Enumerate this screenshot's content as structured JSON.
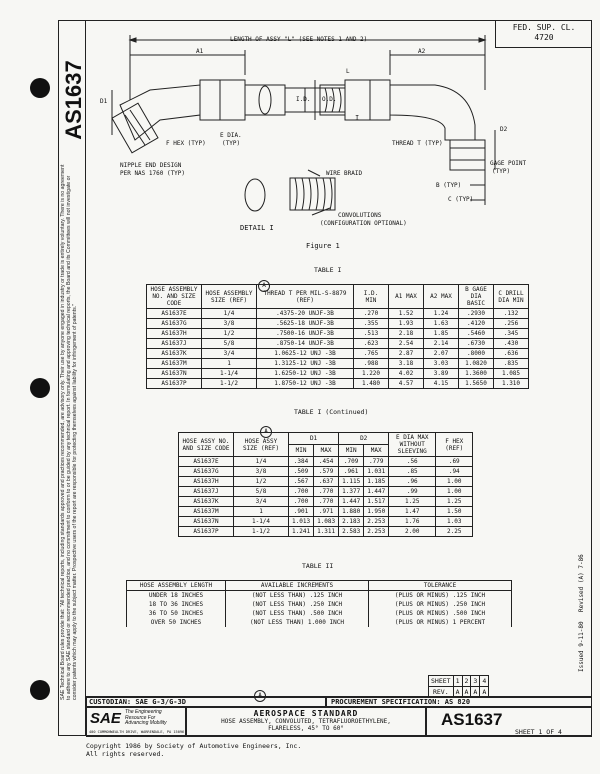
{
  "document": {
    "number": "AS1637",
    "fed_sup_cl": "FED. SUP. CL.",
    "fed_sup_cl_num": "4720",
    "side_notice": "SAE Technical Board rules provide that: \"All technical reports, including standards approved and practices recommended, are advisory only. Their use by anyone engaged in industry or trade is entirely voluntary. There is no agreement to adhere to any SAE standard or recommended practice, and no commitment to conform to or be guided by any technical report. In formulating and approving technical reports, the Board and its Committees will not investigate or consider patents which may apply to the subject matter. Prospective users of the report are responsible for protecting themselves against liability for infringement of patents.\""
  },
  "figure": {
    "length_label": "LENGTH OF ASSY \"L\" (SEE NOTES 1 AND 2)",
    "a1": "A1",
    "a2": "A2",
    "b": "B",
    "c": "C",
    "d1": "D1",
    "d2": "D2",
    "id": "I.D.",
    "od": "O.D.",
    "l": "L",
    "f_hex": "F HEX (TYP)",
    "e_dia": "E DIA.",
    "e_dia_typ": "(TYP)",
    "nipple": "NIPPLE END DESIGN",
    "nipple2": "PER NAS 1760 (TYP)",
    "thread": "THREAD T (TYP)",
    "gage_point": "GAGE POINT",
    "gage_point_typ": "(TYP)",
    "b_typ": "B (TYP)",
    "c_typ": "C (TYP)",
    "wire_braid": "WIRE BRAID",
    "convolutions": "CONVOLUTIONS",
    "convolutions2": "(CONFIGURATION OPTIONAL)",
    "detail": "DETAIL I",
    "caption": "Figure 1"
  },
  "table1": {
    "caption": "TABLE I",
    "headers": [
      "HOSE ASSEMBLY NO. AND SIZE CODE",
      "HOSE ASSEMBLY SIZE (REF)",
      "THREAD T PER MIL-S-8879 (REF)",
      "I.D. MIN",
      "A1 MAX",
      "A2 MAX",
      "B GAGE DIA BASIC",
      "C DRILL DIA MIN"
    ],
    "rows": [
      [
        "AS1637E",
        "1/4",
        ".4375-20 UNJF-3B",
        ".270",
        "1.52",
        "1.24",
        ".2930",
        ".132"
      ],
      [
        "AS1637G",
        "3/8",
        ".5625-18 UNJF-3B",
        ".355",
        "1.93",
        "1.63",
        ".4120",
        ".256"
      ],
      [
        "AS1637H",
        "1/2",
        ".7500-16 UNJF-3B",
        ".513",
        "2.18",
        "1.85",
        ".5460",
        ".345"
      ],
      [
        "AS1637J",
        "5/8",
        ".8750-14 UNJF-3B",
        ".623",
        "2.54",
        "2.14",
        ".6730",
        ".430"
      ],
      [
        "AS1637K",
        "3/4",
        "1.0625-12 UNJ -3B",
        ".765",
        "2.87",
        "2.07",
        ".8000",
        ".636"
      ],
      [
        "AS1637M",
        "1",
        "1.3125-12 UNJ -3B",
        ".988",
        "3.18",
        "3.03",
        "1.0820",
        ".835"
      ],
      [
        "AS1637N",
        "1-1/4",
        "1.6250-12 UNJ -3B",
        "1.220",
        "4.02",
        "3.89",
        "1.3600",
        "1.085"
      ],
      [
        "AS1637P",
        "1-1/2",
        "1.8750-12 UNJ -3B",
        "1.480",
        "4.57",
        "4.15",
        "1.5650",
        "1.310"
      ]
    ]
  },
  "table1c": {
    "caption": "TABLE I (Continued)",
    "headers": [
      "HOSE ASSY NO. AND SIZE CODE",
      "HOSE ASSY SIZE (REF)",
      "D1",
      "D2",
      "E DIA MAX WITHOUT SLEEVING",
      "F HEX (REF)"
    ],
    "subheaders": [
      "MIN",
      "MAX",
      "MIN",
      "MAX"
    ],
    "rows": [
      [
        "AS1637E",
        "1/4",
        ".384",
        ".454",
        ".709",
        ".779",
        ".56",
        ".69"
      ],
      [
        "AS1637G",
        "3/8",
        ".509",
        ".579",
        ".961",
        "1.031",
        ".85",
        ".94"
      ],
      [
        "AS1637H",
        "1/2",
        ".567",
        ".637",
        "1.115",
        "1.185",
        ".96",
        "1.00"
      ],
      [
        "AS1637J",
        "5/8",
        ".700",
        ".770",
        "1.377",
        "1.447",
        ".99",
        "1.00"
      ],
      [
        "AS1637K",
        "3/4",
        ".700",
        ".770",
        "1.447",
        "1.517",
        "1.25",
        "1.25"
      ],
      [
        "AS1637M",
        "1",
        ".901",
        ".971",
        "1.880",
        "1.950",
        "1.47",
        "1.50"
      ],
      [
        "AS1637N",
        "1-1/4",
        "1.013",
        "1.083",
        "2.183",
        "2.253",
        "1.76",
        "1.03"
      ],
      [
        "AS1637P",
        "1-1/2",
        "1.241",
        "1.311",
        "2.583",
        "2.253",
        "2.00",
        "2.25"
      ]
    ]
  },
  "table2": {
    "caption": "TABLE II",
    "headers": [
      "HOSE ASSEMBLY LENGTH",
      "AVAILABLE INCREMENTS",
      "TOLERANCE"
    ],
    "rows": [
      [
        "UNDER 18 INCHES",
        "(NOT LESS THAN)  .125 INCH",
        "(PLUS OR MINUS)  .125 INCH"
      ],
      [
        "18 TO 36 INCHES",
        "(NOT LESS THAN)  .250 INCH",
        "(PLUS OR MINUS)  .250 INCH"
      ],
      [
        "36 TO 50 INCHES",
        "(NOT LESS THAN)  .500 INCH",
        "(PLUS OR MINUS)  .500 INCH"
      ],
      [
        "OVER 50 INCHES",
        "(NOT LESS THAN) 1.000 INCH",
        "(PLUS OR MINUS)  1 PERCENT"
      ]
    ]
  },
  "rev_marker": "A",
  "sheet_table": {
    "sheet_label": "SHEET",
    "rev_label": "REV.",
    "sheets": [
      "1",
      "2",
      "3",
      "4"
    ],
    "revs": [
      "A",
      "A",
      "A",
      "A"
    ]
  },
  "title_block": {
    "custodian": "CUSTODIAN: SAE G-3/G-3D",
    "procurement": "PROCUREMENT SPECIFICATION: AS 820",
    "standard": "AEROSPACE STANDARD",
    "title": "HOSE ASSEMBLY, CONVOLUTED, TETRAFLUOROETHYLENE, FLARELESS, 45° TO 60°",
    "sae_logo": "SAE",
    "sae_tag1": "The Engineering",
    "sae_tag2": "Resource For",
    "sae_tag3": "Advancing Mobility",
    "address": "400 COMMONWEALTH DRIVE, WARRENDALE, PA 15096",
    "number": "AS1637",
    "sheet": "SHEET 1 OF 4"
  },
  "issue_dates": {
    "issued": "Issued 9-11-80",
    "revised": "Revised (A) 7-86"
  },
  "footer": {
    "copyright": "Copyright 1986 by Society of Automotive Engineers, Inc.",
    "rights": "All rights reserved."
  }
}
